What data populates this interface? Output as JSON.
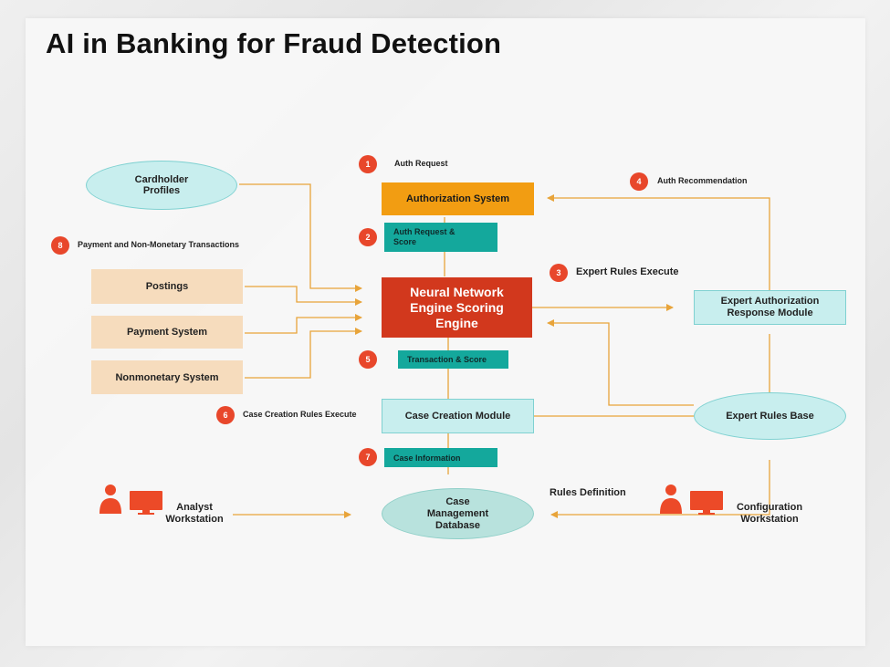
{
  "title": "AI in Banking for Fraud Detection",
  "nodes": {
    "cardholder_profiles": "Cardholder Profiles",
    "authorization_system": "Authorization System",
    "neural_engine": "Neural Network Engine Scoring Engine",
    "expert_auth_module": "Expert Authorization Response Module",
    "postings": "Postings",
    "payment_system": "Payment System",
    "nonmonetary_system": "Nonmonetary System",
    "case_creation_module": "Case Creation Module",
    "expert_rules_base": "Expert Rules Base",
    "case_management_db": "Case Management Database",
    "analyst_workstation": "Analyst Workstation",
    "configuration_workstation": "Configuration Workstation"
  },
  "steps": {
    "s1": {
      "num": "1",
      "label": "Auth Request"
    },
    "s2": {
      "num": "2",
      "label": "Auth Request & Score"
    },
    "s3": {
      "num": "3",
      "label": "Expert Rules Execute"
    },
    "s4": {
      "num": "4",
      "label": "Auth Recommendation"
    },
    "s5": {
      "num": "5",
      "label": "Transaction & Score"
    },
    "s6": {
      "num": "6",
      "label": "Case Creation Rules Execute"
    },
    "s7": {
      "num": "7",
      "label": "Case Information"
    },
    "s8": {
      "num": "8",
      "label": "Payment and Non-Monetary Transactions"
    }
  },
  "rules_definition": "Rules Definition",
  "colors": {
    "accent_orange": "#f29d12",
    "neural_red": "#d2381d",
    "teal": "#14a89c",
    "badge_red": "#e8472b",
    "line_orange": "#e8a43a"
  }
}
